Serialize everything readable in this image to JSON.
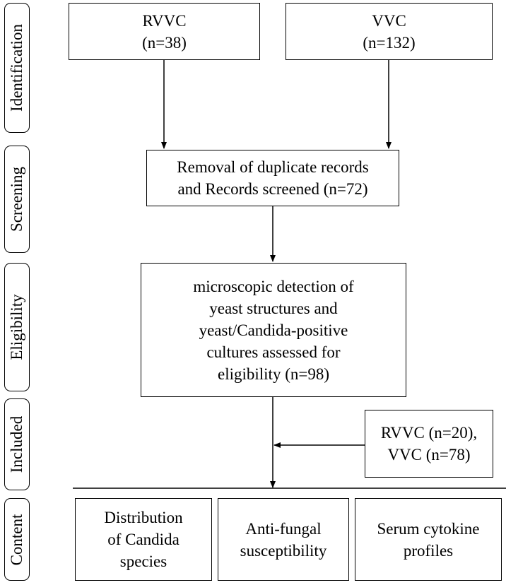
{
  "stages": [
    {
      "label": "Identification"
    },
    {
      "label": "Screening"
    },
    {
      "label": "Eligibility"
    },
    {
      "label": "Included"
    },
    {
      "label": "Content"
    }
  ],
  "boxes": {
    "rvvc": {
      "lines": [
        "RVVC",
        "(n=38)"
      ]
    },
    "vvc": {
      "lines": [
        "VVC",
        "(n=132)"
      ]
    },
    "screening": {
      "lines": [
        "Removal of duplicate records",
        "and Records screened (n=72)"
      ]
    },
    "eligibility": {
      "lines": [
        "microscopic detection of",
        "yeast structures and",
        "yeast/Candida-positive",
        "cultures assessed for",
        "eligibility  (n=98)"
      ]
    },
    "included": {
      "lines": [
        "RVVC (n=20),",
        "VVC  (n=78)"
      ]
    },
    "distribution": {
      "lines": [
        "Distribution",
        "of Candida",
        "species"
      ]
    },
    "antifungal": {
      "lines": [
        "Anti-fungal",
        "susceptibility"
      ]
    },
    "cytokine": {
      "lines": [
        "Serum cytokine",
        "profiles"
      ]
    }
  }
}
